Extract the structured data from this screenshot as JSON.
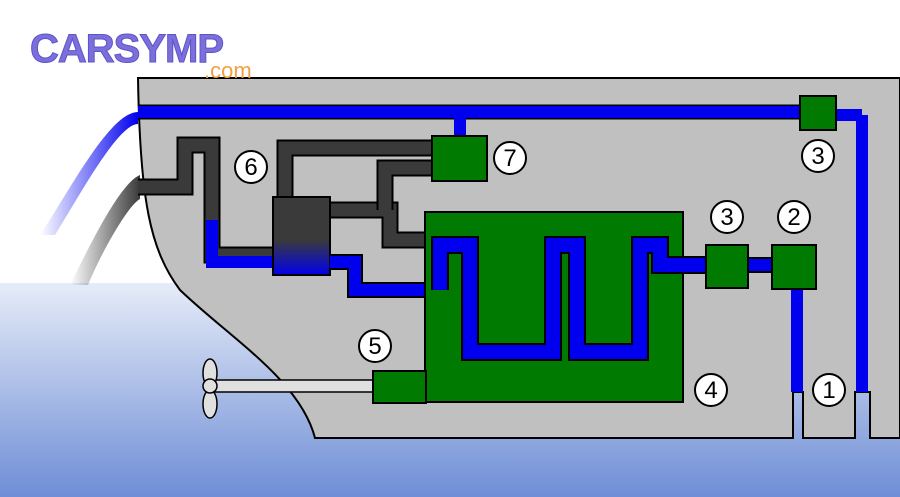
{
  "logo": {
    "main": "CARSYMP",
    "sub": ".com"
  },
  "labels": {
    "one": "1",
    "two": "2",
    "three_top": "3",
    "three_mid": "3",
    "four": "4",
    "five": "5",
    "six": "6",
    "seven": "7"
  },
  "colors": {
    "hull": "#c0c0c0",
    "coolant": "#0000ee",
    "exhaust": "#3a3a3a",
    "engine": "#007a00",
    "water": "#6f8ed6",
    "logo": "#7b6fdc",
    "logo_sub": "#f0a040"
  }
}
